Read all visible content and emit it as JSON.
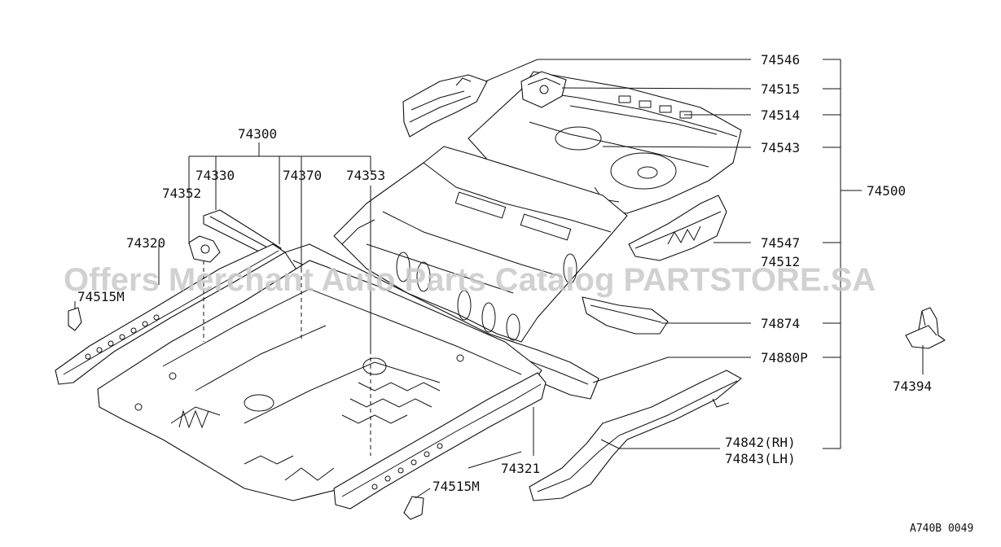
{
  "diagram": {
    "labels": {
      "p74546": "74546",
      "p74515": "74515",
      "p74514": "74514",
      "p74543": "74543",
      "p74500": "74500",
      "p74547": "74547",
      "p74512": "74512",
      "p74874": "74874",
      "p74880p": "74880P",
      "p74842": "74842(RH)",
      "p74843": "74843(LH)",
      "p74394": "74394",
      "p74300": "74300",
      "p74330": "74330",
      "p74370": "74370",
      "p74353": "74353",
      "p74352": "74352",
      "p74320": "74320",
      "p74515m_left": "74515M",
      "p74321": "74321",
      "p74515m_bottom": "74515M"
    },
    "watermark": "Offers Merchant Auto Parts Catalog PARTSTORE.SA",
    "figure_code": "A740B 0049"
  }
}
